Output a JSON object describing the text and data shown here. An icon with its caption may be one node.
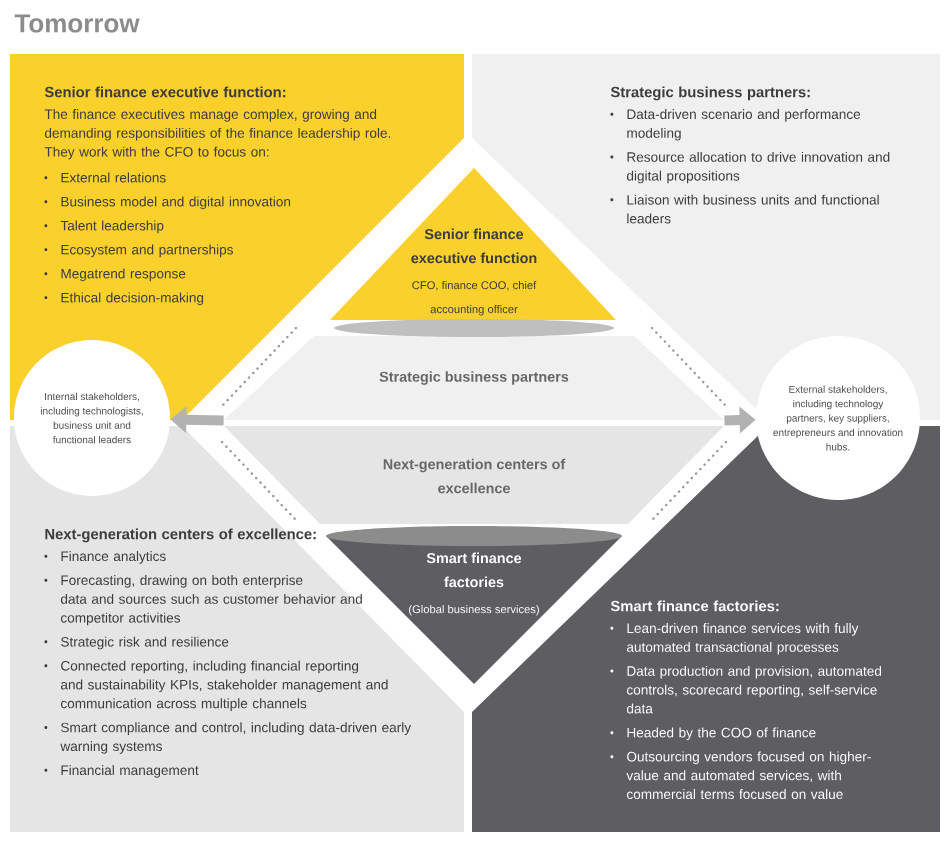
{
  "diagram": {
    "title": "Tomorrow",
    "nodes": [
      {
        "text": [
          "Senior finance executive function:",
          "The finance executives manage complex, growing and demanding responsibilities of the finance leadership role. They work with the CFO to focus on:",
          "External relations",
          "Business model and digital innovation",
          "Talent leadership",
          "Ecosystem and partnerships",
          "Megatrend response",
          "Ethical decision-making"
        ]
      },
      {
        "text": [
          "Strategic business partners:",
          "Data-driven scenario and performance modeling",
          "Resource allocation to drive innovation and digital propositions",
          "Liaison with business units and functional leaders"
        ]
      },
      {
        "text": [
          "Next-generation centers of excellence:",
          "Finance analytics",
          "Forecasting, drawing on both enterprise data and sources such as customer behavior and competitor activities",
          "Strategic risk and resilience",
          "Connected reporting, including financial reporting and sustainability KPIs, stakeholder management and communication across multiple channels",
          "Smart compliance and control, including data-driven early warning systems",
          "Financial management"
        ]
      },
      {
        "text": [
          "Smart finance factories:",
          "Lean-driven finance services with fully automated transactional processes",
          "Data production and provision, automated controls, scorecard reporting, self-service data",
          "Headed by the COO of finance",
          "Outsourcing vendors focused on higher-value and automated services, with commercial terms focused on value"
        ]
      },
      {
        "text": [
          "Senior finance executive function",
          "CFO, finance COO, chief accounting officer"
        ]
      },
      {
        "text": [
          "Strategic business partners"
        ]
      },
      {
        "text": [
          "Next-generation centers of excellence"
        ]
      },
      {
        "text": [
          "Smart finance factories",
          "(Global business services)"
        ]
      },
      {
        "text": [
          "Internal stakeholders, including technologists, business unit and functional leaders"
        ]
      },
      {
        "text": [
          "External stakeholders, including technology partners, key suppliers, entrepreneurs and innovation hubs."
        ]
      }
    ],
    "edges": [
      {
        "from": 5,
        "to": 8,
        "arrow": "to"
      },
      {
        "from": 5,
        "to": 9,
        "arrow": "to"
      }
    ]
  }
}
